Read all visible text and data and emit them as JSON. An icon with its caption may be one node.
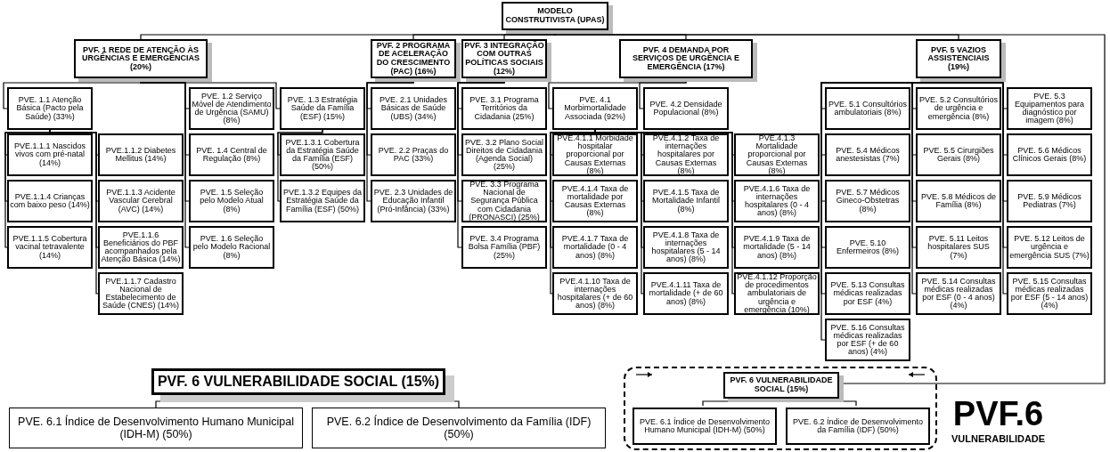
{
  "diagram": {
    "nodes": [
      {
        "text": [
          "MODELO CONSTRUTIVISTA (UPAS)"
        ]
      },
      {
        "text": [
          "PVF. 1 REDE DE ATENÇÃO ÀS URGÊNCIAS E EMERGÊNCIAS (20%)"
        ]
      },
      {
        "text": [
          "PVE. 1.1 Atenção Básica (Pacto pela Saúde) (33%)"
        ]
      },
      {
        "text": [
          "PVE. 1.2 Serviço Móvel de Atendimento de Urgência (SAMU) (8%)"
        ]
      },
      {
        "text": [
          "PVE. 1.3 Estratégia Saúde da Família (ESF) (15%)"
        ]
      },
      {
        "text": [
          "PVE. 1.4 Central de Regulação (8%)"
        ]
      },
      {
        "text": [
          "PVE. 1.5 Seleção pelo Modelo Atual (8%)"
        ]
      },
      {
        "text": [
          "PVE. 1.6 Seleção pelo Modelo Racional (8%)"
        ]
      },
      {
        "text": [
          "PVE.1.1.1 Nascidos vivos com pré-natal (14%)"
        ]
      },
      {
        "text": [
          "PVE.1.1.2 Diabetes Mellitus (14%)"
        ]
      },
      {
        "text": [
          "PVE.1.1.4 Crianças com baixo peso (14%)"
        ]
      },
      {
        "text": [
          "PVE.1.1.3 Acidente Vascular Cerebral (AVC) (14%)"
        ]
      },
      {
        "text": [
          "PVE.1.1.5 Cobertura vacinal tetravalente (14%)"
        ]
      },
      {
        "text": [
          "PVE.1.1.6 Beneficiários do PBF acompanhados pela Atenção Básica (14%)"
        ]
      },
      {
        "text": [
          "PVE.1.1.7 Cadastro Nacional de Estabelecimento de Saúde (CNES) (14%)"
        ]
      },
      {
        "text": [
          "PVE.1.3.1 Cobertura da Estratégia Saúde da Família (ESF) (50%)"
        ]
      },
      {
        "text": [
          "PVE.1.3.2 Equipes da Estratégia Saúde da Família (ESF) (50%)"
        ]
      },
      {
        "text": [
          "PVF. 2 PROGRAMA DE ACELERAÇÃO DO CRESCIMENTO (PAC) (16%)"
        ]
      },
      {
        "text": [
          "PVE. 2.1 Unidades Básicas de Saúde (UBS) (34%)"
        ]
      },
      {
        "text": [
          "PVE. 2.2 Praças do PAC (33%)"
        ]
      },
      {
        "text": [
          "PVE. 2.3 Unidades de Educação Infantil (Pró-Infância) (33%)"
        ]
      },
      {
        "text": [
          "PVF. 3 INTEGRAÇÃO COM OUTRAS POLÍTICAS SOCIAIS (12%)"
        ]
      },
      {
        "text": [
          "PVE. 3.1 Programa Territórios da Cidadania (25%)"
        ]
      },
      {
        "text": [
          "PVE. 3.2 Plano Social Direitos de Cidadania (Agenda Social) (25%)"
        ]
      },
      {
        "text": [
          "PVE. 3.3 Programa Nacional de Segurança Pública com Cidadania (PRONASCI) (25%)"
        ]
      },
      {
        "text": [
          "PVE. 3.4 Programa Bolsa Família (PBF) (25%)"
        ]
      },
      {
        "text": [
          "PVF. 4 DEMANDA POR SERVIÇOS DE URGÊNCIA E EMERGÊNCIA (17%)"
        ]
      },
      {
        "text": [
          "PVE. 4.1 Morbimortalidade Associada (92%)"
        ]
      },
      {
        "text": [
          "PVE. 4.2 Densidade Populacional (8%)"
        ]
      },
      {
        "text": [
          "PVE.4.1.1 Morbidade hospitalar proporcional por Causas Externas (8%)"
        ]
      },
      {
        "text": [
          "PVE.4.1.2 Taxa de internações hospitalares por Causas Externas (8%)"
        ]
      },
      {
        "text": [
          "PVE.4.1.3 Mortalidade proporcional por Causas Externas (8%)"
        ]
      },
      {
        "text": [
          "PVE.4.1.4 Taxa de mortalidade por Causas Externas (8%)"
        ]
      },
      {
        "text": [
          "PVE.4.1.5 Taxa de Mortalidade Infantil (8%)"
        ]
      },
      {
        "text": [
          "PVE.4.1.6 Taxa de internações hospitalares (0 - 4 anos) (8%)"
        ]
      },
      {
        "text": [
          "PVE.4.1.7 Taxa de mortalidade (0 - 4 anos) (8%)"
        ]
      },
      {
        "text": [
          "PVE.4.1.8 Taxa de internações hospitalares (5 - 14 anos) (8%)"
        ]
      },
      {
        "text": [
          "PVE.4.1.9 Taxa de mortalidade (5 - 14 anos) (8%)"
        ]
      },
      {
        "text": [
          "PVE.4.1.10 Taxa de internações hospitalares (+ de 60 anos) (8%)"
        ]
      },
      {
        "text": [
          "PVE.4.1.11 Taxa de mortalidade (+ de 60 anos) (8%)"
        ]
      },
      {
        "text": [
          "PVE.4.1.12 Proporção de procedimentos ambulatoriais de urgência e emergência (10%)"
        ]
      },
      {
        "text": [
          "PVF. 5 VAZIOS ASSISTENCIAIS (19%)"
        ]
      },
      {
        "text": [
          "PVE. 5.1 Consultórios ambulatoriais (8%)"
        ]
      },
      {
        "text": [
          "PVE. 5.2 Consultórios de urgência e emergência (8%)"
        ]
      },
      {
        "text": [
          "PVE. 5.3 Equipamentos para diagnóstico por imagem (8%)"
        ]
      },
      {
        "text": [
          "PVE. 5.4 Médicos anestesistas (7%)"
        ]
      },
      {
        "text": [
          "PVE. 5.5 Cirurgiões Gerais (8%)"
        ]
      },
      {
        "text": [
          "PVE. 5.6 Médicos Clínicos Gerais (8%)"
        ]
      },
      {
        "text": [
          "PVE. 5.7 Médicos Gineco-Obstetras (8%)"
        ]
      },
      {
        "text": [
          "PVE. 5.8 Médicos de Família (8%)"
        ]
      },
      {
        "text": [
          "PVE. 5.9 Médicos Pediatras (7%)"
        ]
      },
      {
        "text": [
          "PVE. 5.10 Enfermeiros (8%)"
        ]
      },
      {
        "text": [
          "PVE. 5.11 Leitos hospitalares SUS (7%)"
        ]
      },
      {
        "text": [
          "PVE. 5.12 Leitos de urgência e emergência SUS (7%)"
        ]
      },
      {
        "text": [
          "PVE. 5.13 Consultas médicas realizadas por ESF (4%)"
        ]
      },
      {
        "text": [
          "PVE. 5.14 Consultas médicas realizadas por ESF (0 - 4 anos) (4%)"
        ]
      },
      {
        "text": [
          "PVE. 5.15 Consultas médicas realizadas por ESF (5 - 14 anos) (4%)"
        ]
      },
      {
        "text": [
          "PVE. 5.16 Consultas médicas realizadas por ESF (+ de 60 anos) (4%)"
        ]
      },
      {
        "text": [
          "PVF.6",
          "VULNERABILIDADE"
        ]
      },
      {
        "text": [
          "PVF. 6 VULNERABILIDADE SOCIAL (15%)"
        ],
        "in": 58
      },
      {
        "text": [
          "PVE. 6.1 Índice de Desenvolvimento Humano Municipal (IDH-M) (50%)"
        ],
        "in": 58
      },
      {
        "text": [
          "PVE. 6.2 Índice de Desenvolvimento da Família (IDF) (50%)"
        ],
        "in": 58
      },
      {
        "text": [
          "PVF. 6 VULNERABILIDADE SOCIAL (15%)"
        ]
      },
      {
        "text": [
          "PVE. 6.1 Índice de Desenvolvimento Humano Municipal (IDH-M) (50%)"
        ]
      },
      {
        "text": [
          "PVE. 6.2 Índice de Desenvolvimento da Família (IDF) (50%)"
        ]
      }
    ],
    "edges": [
      {
        "from": 0,
        "to": 1,
        "arrow": "none"
      },
      {
        "from": 0,
        "to": 17,
        "arrow": "none"
      },
      {
        "from": 0,
        "to": 21,
        "arrow": "none"
      },
      {
        "from": 0,
        "to": 26,
        "arrow": "none"
      },
      {
        "from": 0,
        "to": 41,
        "arrow": "none"
      },
      {
        "from": 0,
        "to": 59,
        "arrow": "none"
      },
      {
        "from": 1,
        "to": 2,
        "arrow": "none"
      },
      {
        "from": 1,
        "to": 3,
        "arrow": "none"
      },
      {
        "from": 1,
        "to": 4,
        "arrow": "none"
      },
      {
        "from": 1,
        "to": 5,
        "arrow": "none"
      },
      {
        "from": 1,
        "to": 6,
        "arrow": "none"
      },
      {
        "from": 1,
        "to": 7,
        "arrow": "none"
      },
      {
        "from": 2,
        "to": 8,
        "arrow": "none"
      },
      {
        "from": 2,
        "to": 9,
        "arrow": "none"
      },
      {
        "from": 2,
        "to": 10,
        "arrow": "none"
      },
      {
        "from": 2,
        "to": 11,
        "arrow": "none"
      },
      {
        "from": 2,
        "to": 12,
        "arrow": "none"
      },
      {
        "from": 2,
        "to": 13,
        "arrow": "none"
      },
      {
        "from": 2,
        "to": 14,
        "arrow": "none"
      },
      {
        "from": 4,
        "to": 15,
        "arrow": "none"
      },
      {
        "from": 4,
        "to": 16,
        "arrow": "none"
      },
      {
        "from": 17,
        "to": 18,
        "arrow": "none"
      },
      {
        "from": 17,
        "to": 19,
        "arrow": "none"
      },
      {
        "from": 17,
        "to": 20,
        "arrow": "none"
      },
      {
        "from": 21,
        "to": 22,
        "arrow": "none"
      },
      {
        "from": 21,
        "to": 23,
        "arrow": "none"
      },
      {
        "from": 21,
        "to": 24,
        "arrow": "none"
      },
      {
        "from": 21,
        "to": 25,
        "arrow": "none"
      },
      {
        "from": 26,
        "to": 27,
        "arrow": "none"
      },
      {
        "from": 26,
        "to": 28,
        "arrow": "none"
      },
      {
        "from": 27,
        "to": 29,
        "arrow": "none"
      },
      {
        "from": 27,
        "to": 30,
        "arrow": "none"
      },
      {
        "from": 27,
        "to": 31,
        "arrow": "none"
      },
      {
        "from": 27,
        "to": 32,
        "arrow": "none"
      },
      {
        "from": 27,
        "to": 33,
        "arrow": "none"
      },
      {
        "from": 27,
        "to": 34,
        "arrow": "none"
      },
      {
        "from": 27,
        "to": 35,
        "arrow": "none"
      },
      {
        "from": 27,
        "to": 36,
        "arrow": "none"
      },
      {
        "from": 27,
        "to": 37,
        "arrow": "none"
      },
      {
        "from": 27,
        "to": 38,
        "arrow": "none"
      },
      {
        "from": 27,
        "to": 39,
        "arrow": "none"
      },
      {
        "from": 27,
        "to": 40,
        "arrow": "none"
      },
      {
        "from": 41,
        "to": 42,
        "arrow": "none"
      },
      {
        "from": 41,
        "to": 43,
        "arrow": "none"
      },
      {
        "from": 41,
        "to": 44,
        "arrow": "none"
      },
      {
        "from": 41,
        "to": 45,
        "arrow": "none"
      },
      {
        "from": 41,
        "to": 46,
        "arrow": "none"
      },
      {
        "from": 41,
        "to": 47,
        "arrow": "none"
      },
      {
        "from": 41,
        "to": 48,
        "arrow": "none"
      },
      {
        "from": 41,
        "to": 49,
        "arrow": "none"
      },
      {
        "from": 41,
        "to": 50,
        "arrow": "none"
      },
      {
        "from": 41,
        "to": 51,
        "arrow": "none"
      },
      {
        "from": 41,
        "to": 52,
        "arrow": "none"
      },
      {
        "from": 41,
        "to": 53,
        "arrow": "none"
      },
      {
        "from": 41,
        "to": 54,
        "arrow": "none"
      },
      {
        "from": 41,
        "to": 55,
        "arrow": "none"
      },
      {
        "from": 41,
        "to": 56,
        "arrow": "none"
      },
      {
        "from": 41,
        "to": 57,
        "arrow": "none"
      },
      {
        "from": 59,
        "to": 60,
        "arrow": "none"
      },
      {
        "from": 59,
        "to": 61,
        "arrow": "none"
      },
      {
        "from": 62,
        "to": 63,
        "arrow": "none"
      },
      {
        "from": 62,
        "to": 64,
        "arrow": "none"
      }
    ]
  }
}
